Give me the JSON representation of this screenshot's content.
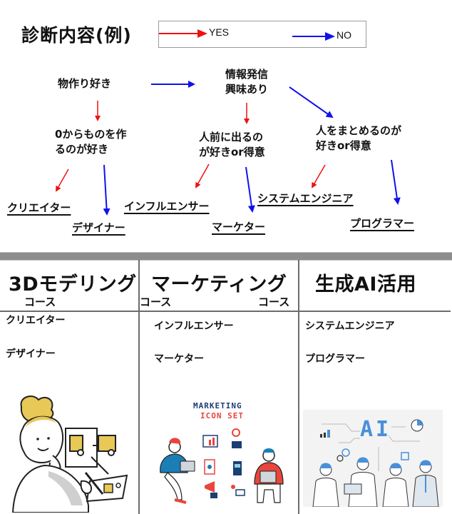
{
  "header": {
    "title": "診断内容(例)",
    "legend": {
      "yes_label": "YES",
      "no_label": "NO",
      "yes_color": "#ee1111",
      "no_color": "#1111ee"
    }
  },
  "flowchart": {
    "nodes": {
      "mono_zukuri": "物作り好き",
      "joho_hasshin_1": "情報発信",
      "joho_hasshin_2": "興味あり",
      "zero_kara_1": "0からものを作",
      "zero_kara_2": "るのが好き",
      "hitomae_1": "人前に出るの",
      "hitomae_2": "が好きor得意",
      "matomeru_1": "人をまとめるのが",
      "matomeru_2": "好きor得意"
    },
    "jobs": {
      "creator": "クリエイター",
      "designer": "デザイナー",
      "influencer": "インフルエンサー",
      "marketer": "マーケター",
      "system_engineer": "システムエンジニア",
      "programmer": "プログラマー"
    },
    "edges": [
      {
        "from": "mono_zukuri",
        "to": "joho_hasshin",
        "answer": "NO"
      },
      {
        "from": "mono_zukuri",
        "to": "zero_kara",
        "answer": "YES"
      },
      {
        "from": "joho_hasshin",
        "to": "hitomae",
        "answer": "YES"
      },
      {
        "from": "joho_hasshin",
        "to": "matomeru",
        "answer": "NO"
      },
      {
        "from": "zero_kara",
        "to": "creator",
        "answer": "YES"
      },
      {
        "from": "zero_kara",
        "to": "designer",
        "answer": "NO"
      },
      {
        "from": "hitomae",
        "to": "influencer",
        "answer": "YES"
      },
      {
        "from": "hitomae",
        "to": "marketer",
        "answer": "NO"
      },
      {
        "from": "matomeru",
        "to": "system_engineer",
        "answer": "YES"
      },
      {
        "from": "matomeru",
        "to": "programmer",
        "answer": "NO"
      }
    ]
  },
  "courses": [
    {
      "title": "3Dモデリング",
      "subtitle": "コース",
      "jobs": [
        "クリエイター",
        "デザイナー"
      ],
      "illustration": "woman-designing-illustration"
    },
    {
      "title": "マーケティング",
      "subtitle_left": "コース",
      "subtitle_right": "コース",
      "jobs": [
        "インフルエンサー",
        "マーケター"
      ],
      "illustration": "marketing-icon-set-illustration",
      "illustration_text_1": "MARKETING",
      "illustration_text_2": "ICON SET"
    },
    {
      "title": "生成AI活用",
      "jobs": [
        "システムエンジニア",
        "プログラマー"
      ],
      "illustration": "ai-team-illustration",
      "illustration_text": "AI"
    }
  ]
}
